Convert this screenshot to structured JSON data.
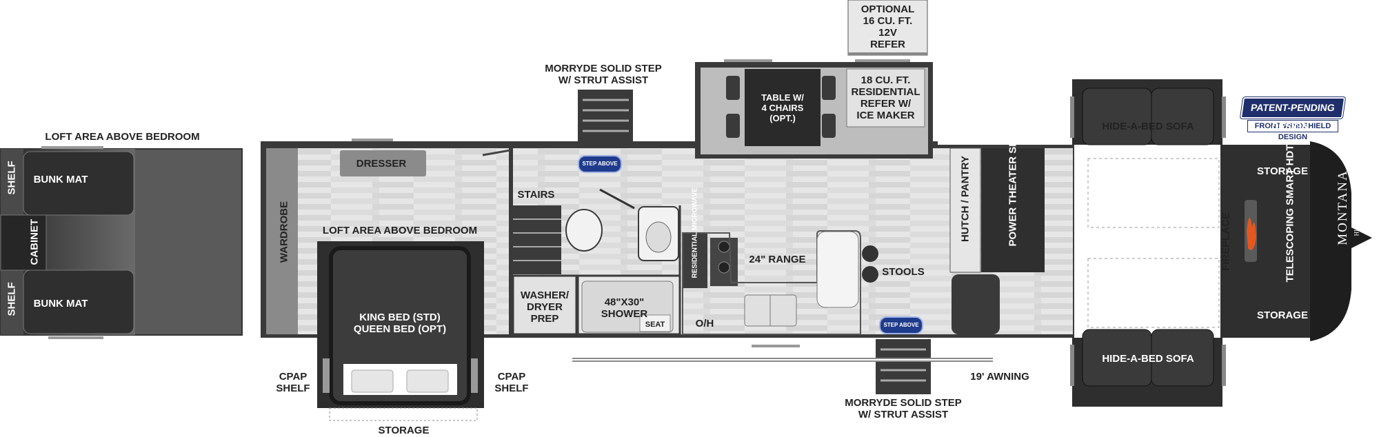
{
  "labels": {
    "loft_left": "LOFT AREA ABOVE BEDROOM",
    "shelf_top": "SHELF",
    "shelf_bottom": "SHELF",
    "cabinet": "CABINET",
    "bunk_mat_top": "BUNK MAT",
    "bunk_mat_bottom": "BUNK MAT",
    "wardrobe": "WARDROBE",
    "dresser": "DRESSER",
    "loft_main": "LOFT AREA ABOVE BEDROOM",
    "bed": "KING BED (STD)\nQUEEN BED (OPT)",
    "cpap_left": "CPAP\nSHELF",
    "cpap_right": "CPAP\nSHELF",
    "storage_bottom": "STORAGE",
    "stairs": "STAIRS",
    "washer": "WASHER/\nDRYER\nPREP",
    "shower": "48\"X30\"\nSHOWER",
    "seat": "SEAT",
    "step_top": "MORRYDE SOLID STEP\nW/ STRUT ASSIST",
    "step_bottom": "MORRYDE SOLID STEP\nW/ STRUT ASSIST",
    "microwave": "RESIDENTIAL\nMICROWAVE",
    "range": "24\" RANGE",
    "oh": "O/H",
    "stools": "STOOLS",
    "table": "TABLE W/\n4 CHAIRS\n(OPT.)",
    "refer": "18 CU. FT.\nRESIDENTIAL\nREFER W/\nICE MAKER",
    "optional_refer": "OPTIONAL\n16 CU. FT.\n12V\nREFER",
    "hutch": "HUTCH / PANTRY",
    "theater": "POWER\nTHEATER SEATING",
    "sofa_top": "HIDE-A-BED SOFA",
    "sofa_bottom": "HIDE-A-BED SOFA",
    "fireplace": "FIREPLACE",
    "tv": "TELESCOPING\nSMART HDTV",
    "storage_front_top": "STORAGE",
    "storage_front_bottom": "STORAGE",
    "awning": "19' AWNING",
    "stepabove": "STEP ABOVE",
    "badge_line1": "PATENT-PENDING DESIGN",
    "badge_line2": "FRONT WINDSHIELD DESIGN",
    "logo": "MONTANA",
    "logo_sub": "HIGH COUNTRY"
  },
  "colors": {
    "floor": "#e4e4e4",
    "wall": "#3a3a3a",
    "furniture_dark": "#3c3c3c",
    "badge_navy": "#1f2f6b"
  }
}
